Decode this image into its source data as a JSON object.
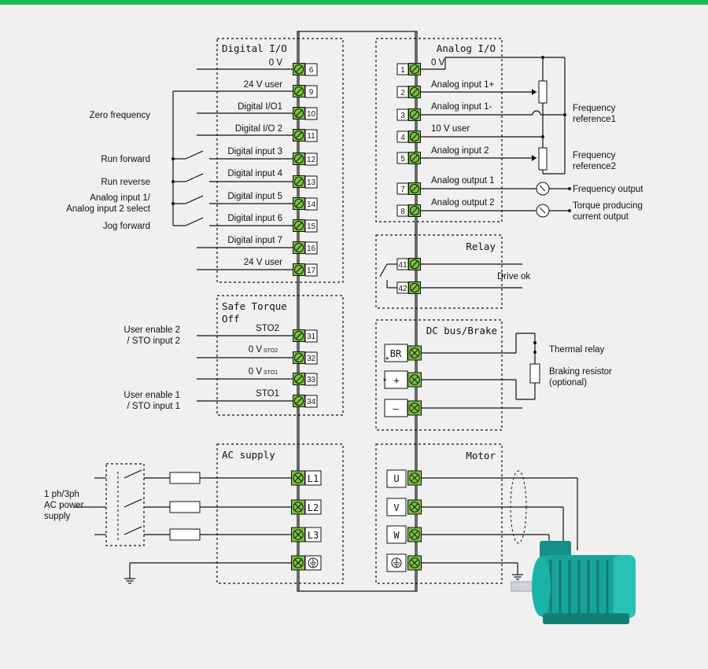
{
  "sections": {
    "digital_io": "Digital I/O",
    "analog_io": "Analog I/O",
    "relay": "Relay",
    "safe_torque_line1": "Safe Torque",
    "safe_torque_line2": "Off",
    "dc_bus": "DC bus/Brake",
    "ac_supply": "AC supply",
    "motor": "Motor"
  },
  "digital": {
    "pins": [
      "6",
      "9",
      "10",
      "11",
      "12",
      "13",
      "14",
      "15",
      "16",
      "17"
    ],
    "labels": [
      "0 V",
      "24 V user",
      "Digital I/O1",
      "Digital I/O 2",
      "Digital input 3",
      "Digital input 4",
      "Digital input 5",
      "Digital input 6",
      "Digital input 7",
      "24 V user"
    ],
    "functions": [
      "Zero frequency",
      "Run forward",
      "Run reverse",
      "Analog input 1/",
      "Analog input 2 select",
      "Jog forward"
    ]
  },
  "sto": {
    "pins": [
      "31",
      "32",
      "33",
      "34"
    ],
    "labels": [
      "STO2",
      "0 V",
      "0 V",
      "STO1"
    ],
    "subscripts": [
      "STO2",
      "STO1"
    ],
    "user": [
      "User enable 2",
      "/ STO input 2",
      "User enable 1",
      "/ STO input 1"
    ]
  },
  "analog": {
    "pins": [
      "1",
      "2",
      "3",
      "4",
      "5",
      "7",
      "8"
    ],
    "labels": [
      "0 V",
      "Analog input 1+",
      "Analog input 1-",
      "10 V user",
      "Analog input 2",
      "Analog output 1",
      "Analog output 2"
    ],
    "right": [
      "Frequency",
      "reference1",
      "Frequency",
      "reference2",
      "Frequency output",
      "Torque producing",
      "current output"
    ]
  },
  "relay": {
    "pins": [
      "41",
      "42"
    ],
    "drive_ok": "Drive ok"
  },
  "dc": {
    "terminals": [
      "BR",
      "+",
      "–"
    ],
    "asterisk": "*",
    "thermal_relay": "Thermal relay",
    "braking_resistor": "Braking resistor",
    "optional": "(optional)"
  },
  "ac": {
    "terminals": [
      "L1",
      "L2",
      "L3"
    ],
    "supply": [
      "1 ph/3ph",
      "AC power",
      "supply"
    ]
  },
  "motor": {
    "terminals": [
      "U",
      "V",
      "W"
    ]
  },
  "colors": {
    "accent": "#1db954",
    "terminal_green": "#7bc142",
    "motor_teal": "#1aa39a"
  },
  "icons": [
    "screw-terminal-icon",
    "earth-ground-icon",
    "protective-earth-icon",
    "meter-icon",
    "motor-icon",
    "fuse-icon",
    "switch-icon",
    "potentiometer-icon"
  ]
}
